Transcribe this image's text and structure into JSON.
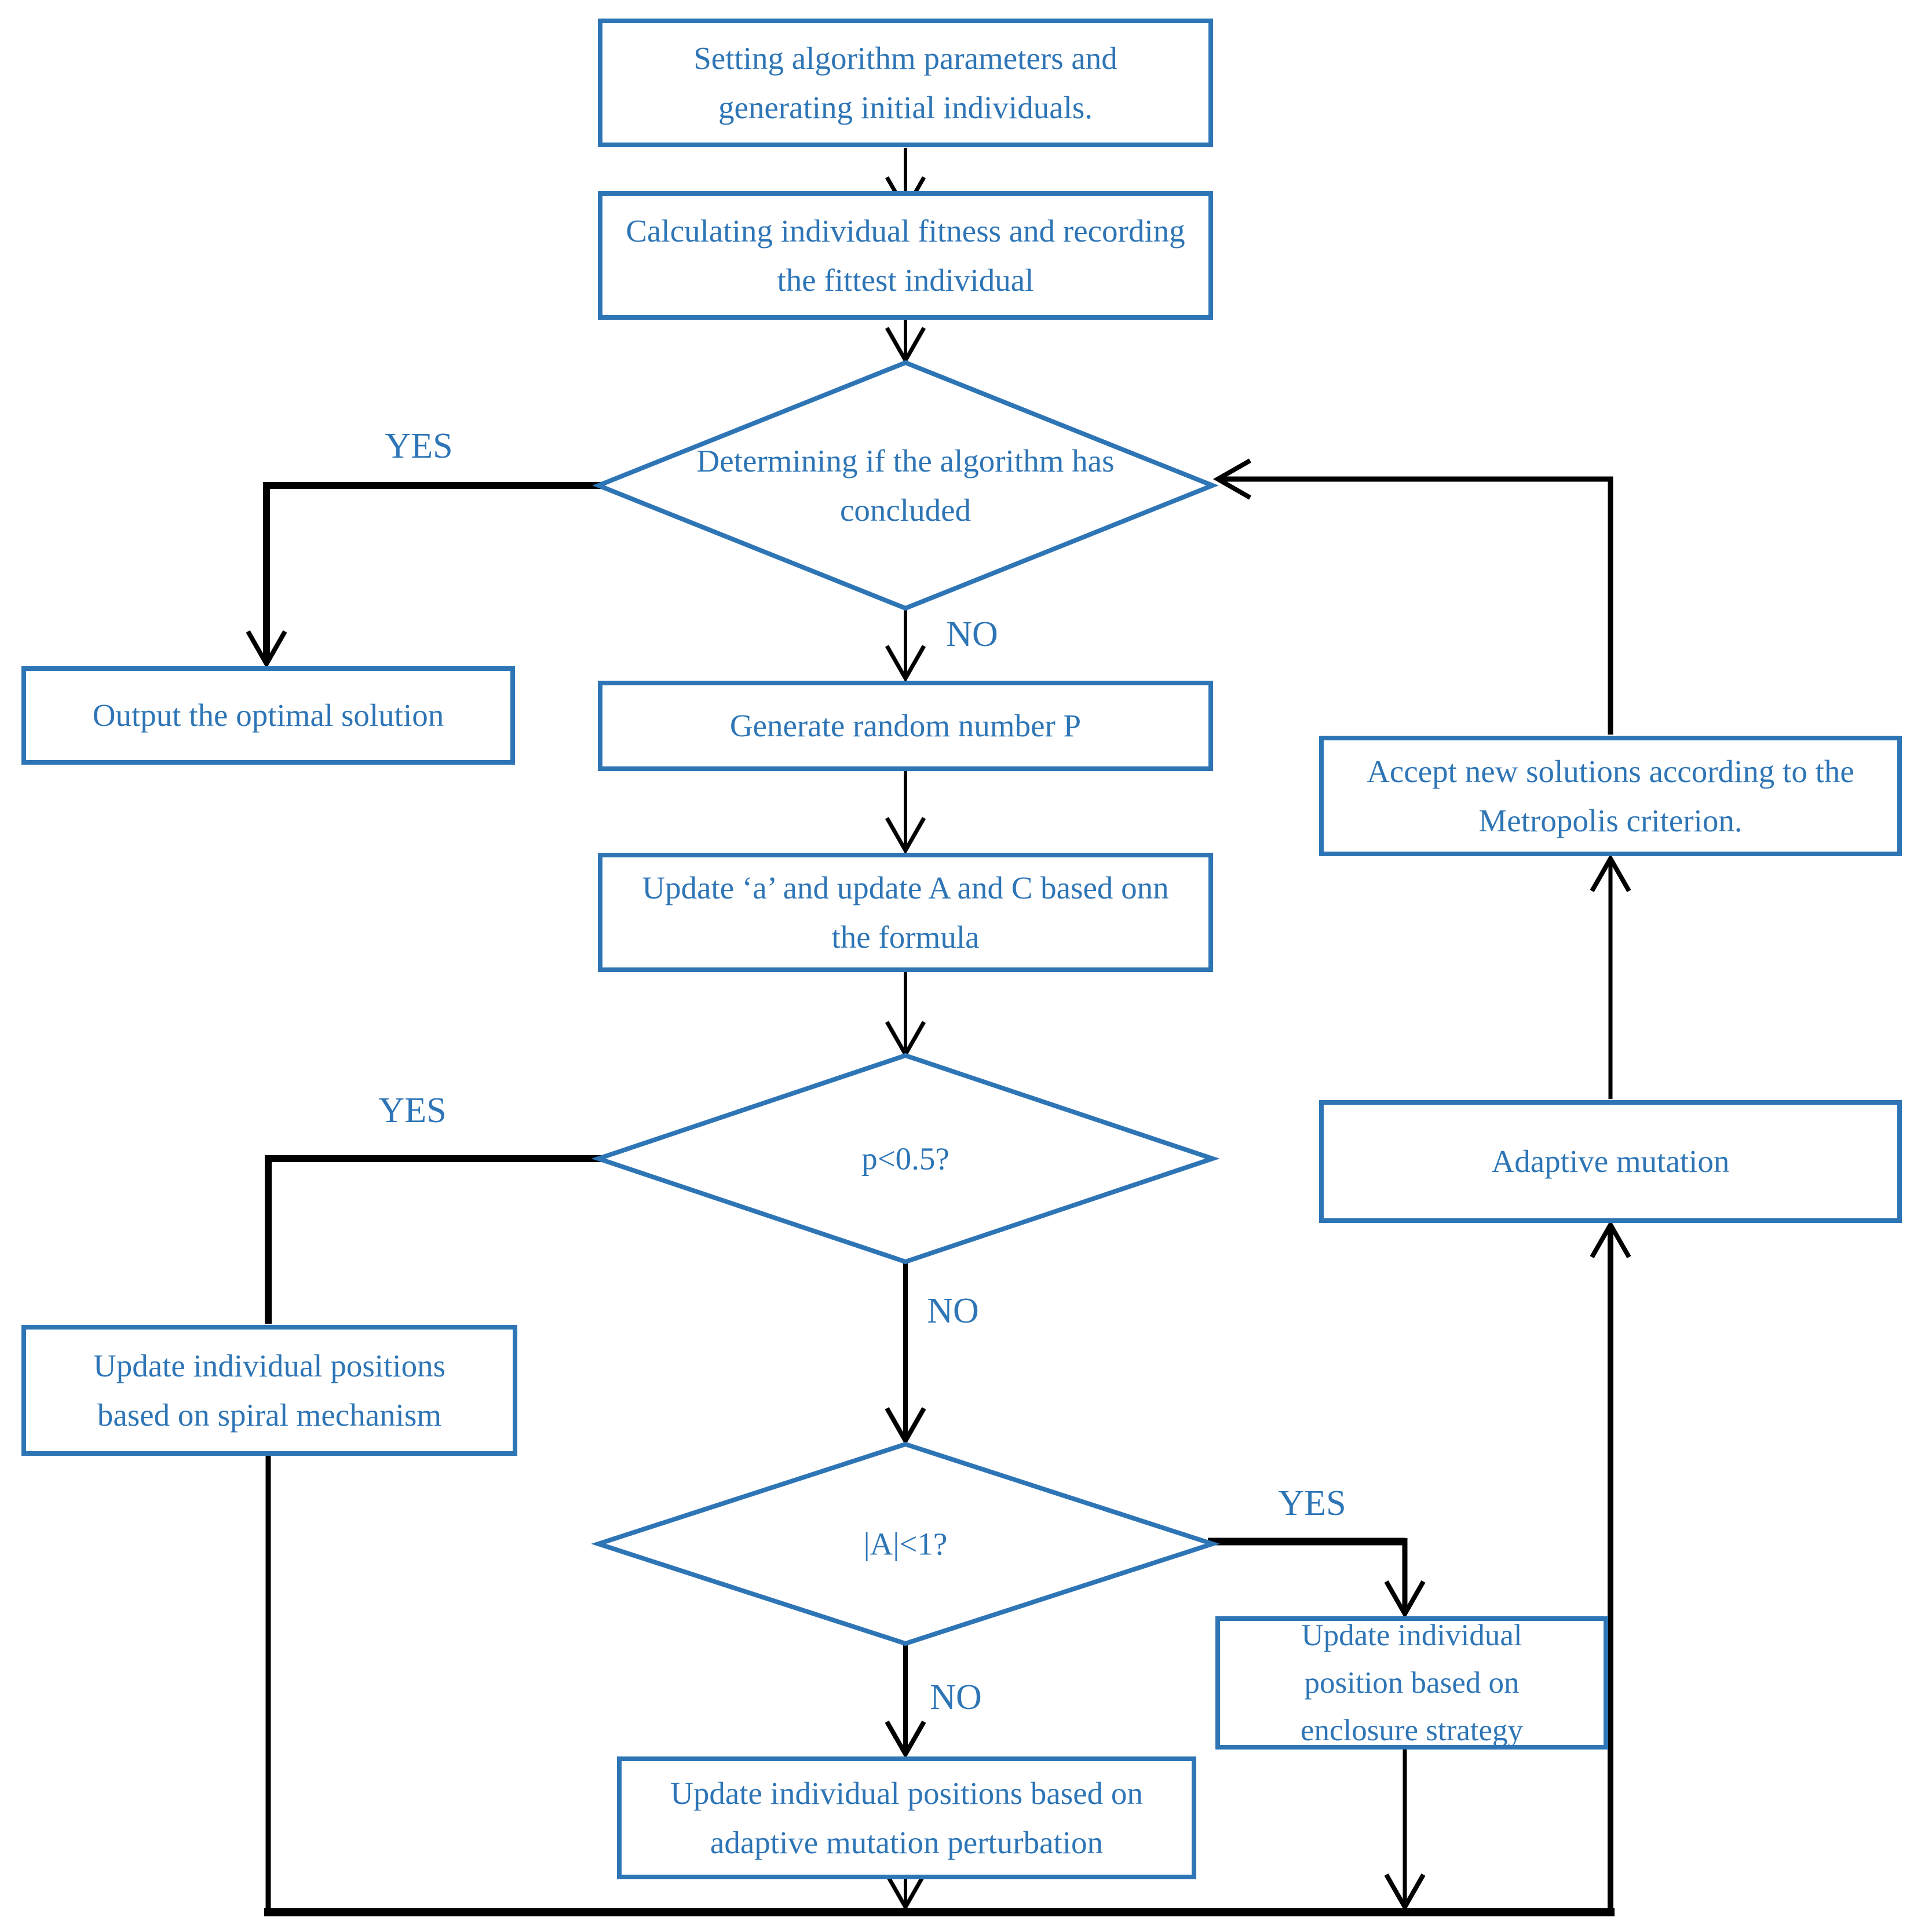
{
  "diagram": {
    "nodes": {
      "start": {
        "label": "Setting algorithm parameters and generating initial individuals."
      },
      "fitness": {
        "label": "Calculating individual fitness and recording the fittest individual"
      },
      "terminate": {
        "label": "Determining if the algorithm has concluded"
      },
      "output": {
        "label": "Output the optimal solution"
      },
      "random_p": {
        "label": "Generate random number P"
      },
      "update_a": {
        "label": "Update ‘a’ and update A and C based onn the formula"
      },
      "p_decision": {
        "label": "p<0.5?"
      },
      "spiral": {
        "label": "Update individual positions based on spiral mechanism"
      },
      "a_decision": {
        "label": "|A|<1?"
      },
      "enclosure": {
        "label": "Update individual position based on enclosure strategy"
      },
      "perturbation": {
        "label": "Update individual positions based on adaptive mutation perturbation"
      },
      "adaptive": {
        "label": "Adaptive mutation"
      },
      "metropolis": {
        "label": "Accept new solutions according to the Metropolis criterion."
      }
    },
    "edge_labels": {
      "terminate_yes": "YES",
      "terminate_no": "NO",
      "p_yes": "YES",
      "p_no": "NO",
      "a_yes": "YES",
      "a_no": "NO"
    },
    "colors": {
      "node_stroke": "#2e75b6",
      "node_text": "#2e75b6",
      "connector": "#000000",
      "background": "#ffffff"
    }
  }
}
